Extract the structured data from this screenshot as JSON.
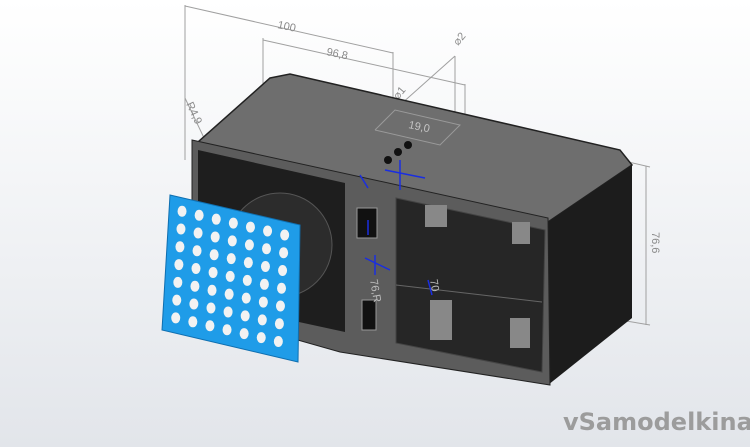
{
  "model": {
    "dimensions": {
      "overall_width": "100",
      "inner_width": "96,8",
      "corner_radius": "R4,9",
      "height": "76,6",
      "inner_height_label": "76,R",
      "opening_label": "70",
      "hole_spacing": "19,0",
      "hole_diameter": "⌀2",
      "small_dim": "⌀1"
    },
    "colors": {
      "body": "#5c5c5c",
      "side": "#1c1c1c",
      "grill": "#1f9ce8",
      "dimension": "#9a9a9a",
      "constraint": "#1a2ee0"
    }
  },
  "watermark": "vSamodelkina.ru"
}
